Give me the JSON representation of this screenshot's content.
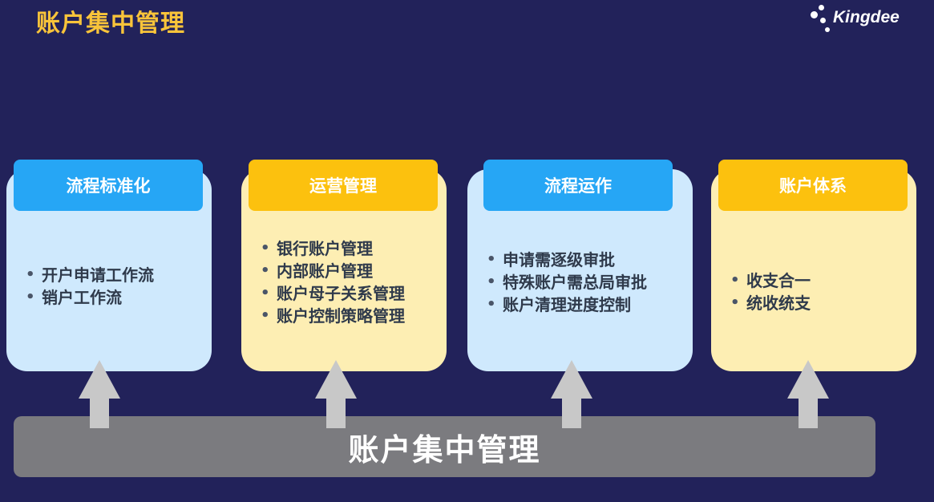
{
  "page": {
    "title": "账户集中管理",
    "logo_text": "Kingdee"
  },
  "cards": [
    {
      "header": "流程标准化",
      "theme": "blue",
      "items": [
        "开户申请工作流",
        "销户工作流"
      ]
    },
    {
      "header": "运营管理",
      "theme": "yellow",
      "items": [
        "银行账户管理",
        "内部账户管理",
        "账户母子关系管理",
        "账户控制策略管理"
      ]
    },
    {
      "header": "流程运作",
      "theme": "blue",
      "items": [
        "申请需逐级审批",
        "特殊账户需总局审批",
        "账户清理进度控制"
      ]
    },
    {
      "header": "账户体系",
      "theme": "yellow",
      "items": [
        "收支合一",
        "统收统支"
      ]
    }
  ],
  "base": {
    "label": "账户集中管理"
  },
  "colors": {
    "background": "#22225a",
    "title": "#f9c43a",
    "blue_header": "#26a6f5",
    "blue_card": "#cfe9fd",
    "yellow_header": "#fcc10e",
    "yellow_card": "#fdeeb3",
    "base_bar": "#7b7b7f",
    "arrow": "#c8c8c8"
  }
}
